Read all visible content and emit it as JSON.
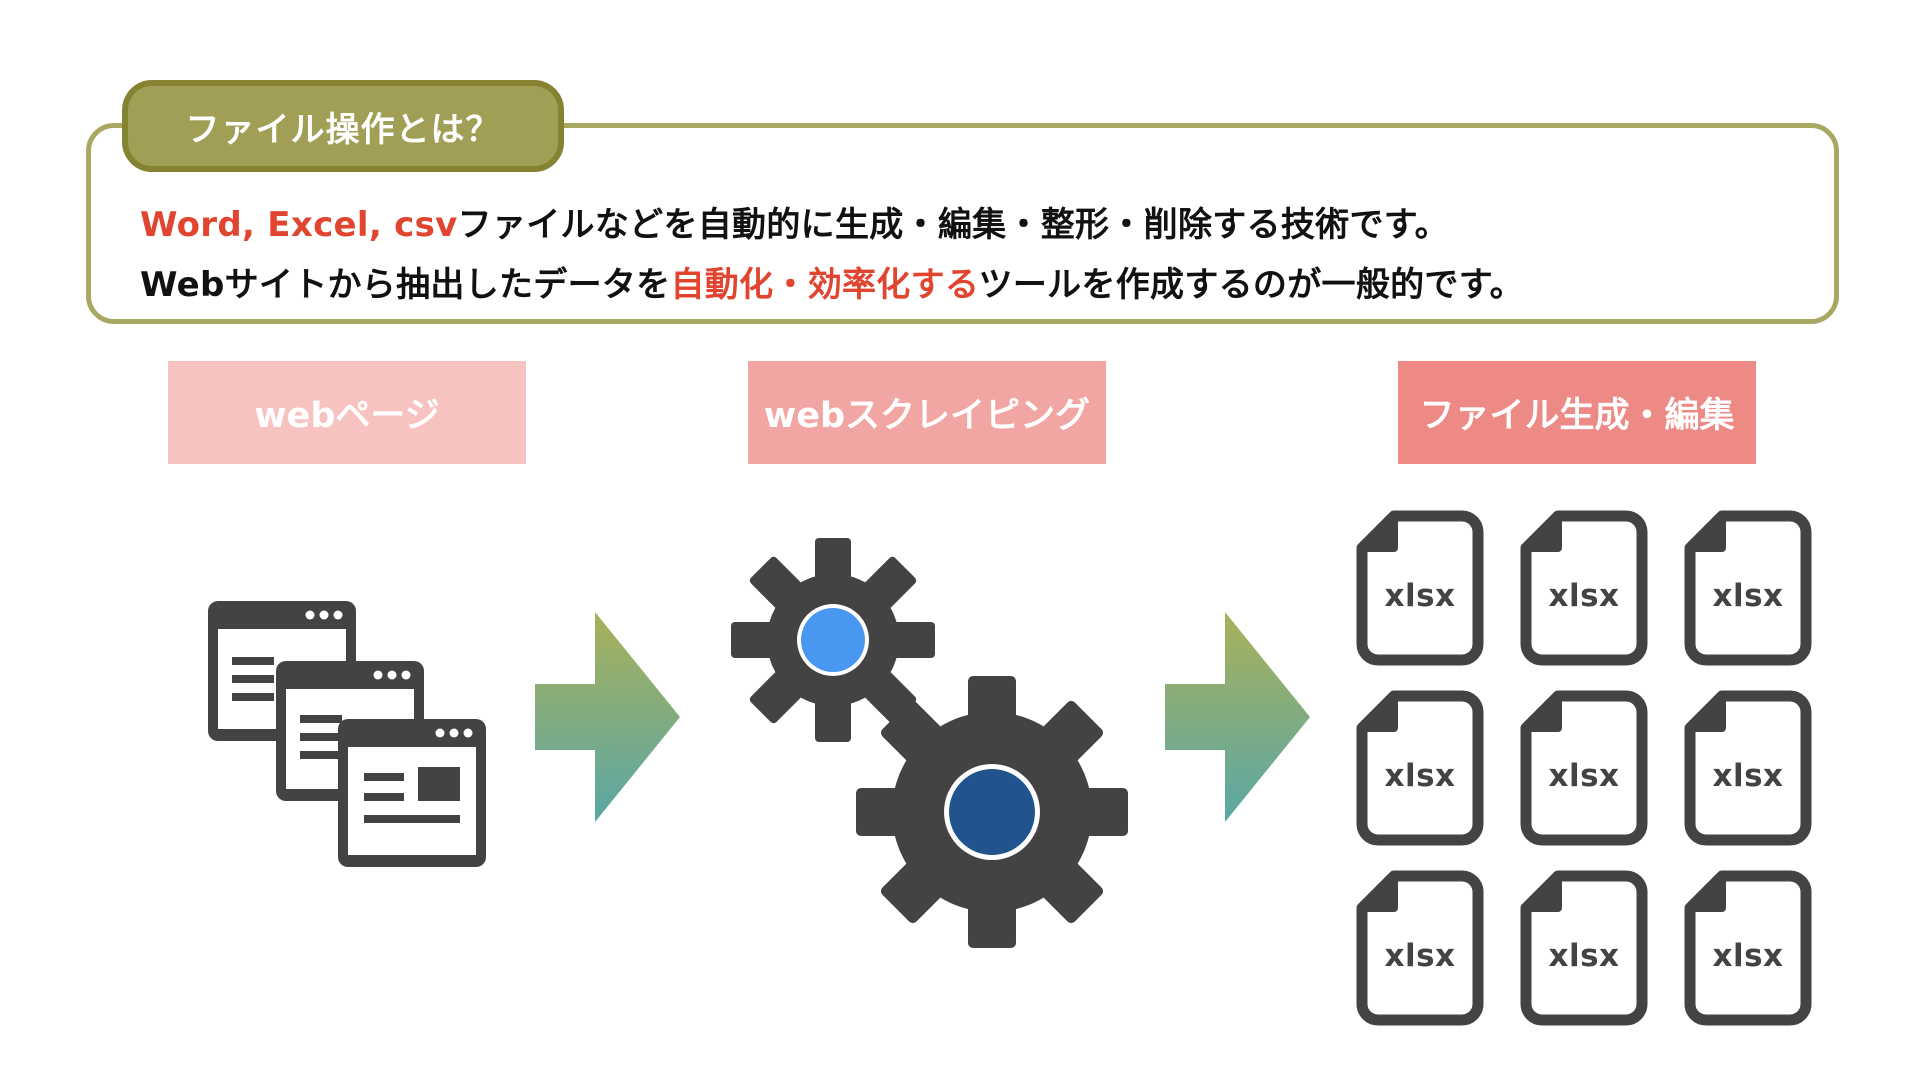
{
  "definition": {
    "tag": "ファイル操作とは？",
    "line1": {
      "highlight": "Word, Excel, csv",
      "rest": "ファイルなどを自動的に生成・編集・整形・削除する技術です。"
    },
    "line2": {
      "before": "Webサイトから抽出したデータを",
      "highlight": "自動化・効率化する",
      "after": "ツールを作成するのが一般的です。"
    }
  },
  "steps": [
    {
      "label": "webページ",
      "color": "#f6c3c1"
    },
    {
      "label": "webスクレイピング",
      "color": "#f2a6a3"
    },
    {
      "label": "ファイル生成・編集",
      "color": "#ee8a86"
    }
  ],
  "files": {
    "label": "xlsx",
    "count": 9
  },
  "colors": {
    "tag_fill": "#a09f55",
    "box_border": "#a9a863",
    "highlight_red": "#e1452f",
    "icon_gray": "#434343",
    "gear_small_center": "#4a97f2",
    "gear_large_center": "#22538f",
    "arrow_top": "#a8b15a",
    "arrow_bottom": "#5aa7a6"
  },
  "icons": [
    "browser-windows-icon",
    "right-arrow-icon",
    "gears-icon",
    "xlsx-file-icon"
  ]
}
